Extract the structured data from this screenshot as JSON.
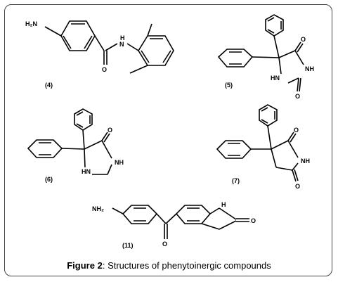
{
  "caption": {
    "figure_label": "Figure 2",
    "separator": ":",
    "text": "Structures of phenytoinergic compounds"
  },
  "compounds": [
    {
      "label": "(4)",
      "atoms": {
        "amine": "H₂N",
        "amide_n": "N",
        "amide_h": "H",
        "carbonyl": "O"
      }
    },
    {
      "label": "(5)",
      "atoms": {
        "nh_top": "NH",
        "nh_bottom": "HN",
        "o_top": "O",
        "o_bottom": "O"
      }
    },
    {
      "label": "(6)",
      "atoms": {
        "carbonyl": "O",
        "nh_right": "NH",
        "nh_bottom": "HN"
      }
    },
    {
      "label": "(7)",
      "atoms": {
        "o_top": "O",
        "nh": "NH",
        "o_bottom": "O"
      }
    },
    {
      "label": "(11)",
      "atoms": {
        "amine": "NH₂",
        "carbonyl": "O",
        "nh": "H",
        "lactam_o": "O"
      }
    }
  ]
}
